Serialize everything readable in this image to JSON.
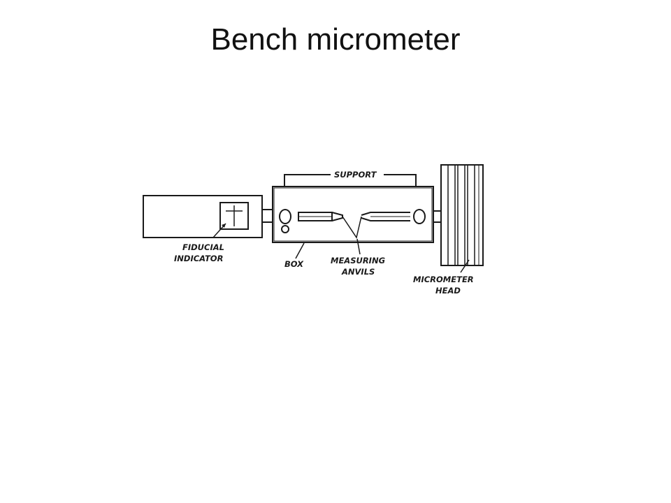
{
  "slide": {
    "title": "Bench micrometer"
  },
  "diagram": {
    "labels": {
      "support": "SUPPORT",
      "fiducial_line1": "FIDUCIAL",
      "fiducial_line2": "INDICATOR",
      "box": "BOX",
      "anvils_line1": "MEASURING",
      "anvils_line2": "ANVILS",
      "head_line1": "MICROMETER",
      "head_line2": "HEAD"
    },
    "colors": {
      "ink": "#1a1a1a",
      "background": "#ffffff"
    }
  }
}
